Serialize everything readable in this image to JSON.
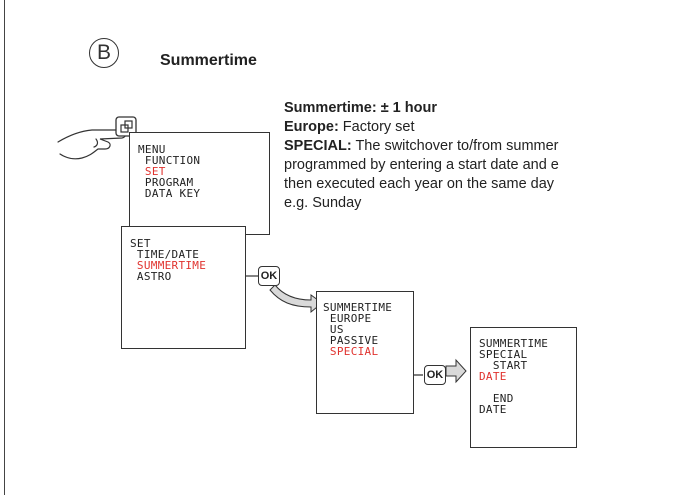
{
  "header": {
    "badge": "B",
    "title": "Summertime"
  },
  "description": {
    "line1_label": "Summertime: ± 1 hour",
    "line2_label": "Europe:",
    "line2_text": " Factory set",
    "line3_label": "SPECIAL:",
    "line3_text": " The switchover to/from summer",
    "line4": "programmed by entering a start date and e",
    "line5": "then executed each year on the same day",
    "line6": "e.g. Sunday"
  },
  "screens": {
    "menu": [
      "MENU",
      " FUNCTION",
      " SET",
      " PROGRAM",
      " DATA KEY"
    ],
    "set": [
      "SET",
      " TIME/DATE",
      " SUMMERTIME",
      " ASTRO"
    ],
    "summertime": [
      "SUMMERTIME",
      " EUROPE",
      " US",
      " PASSIVE",
      " SPECIAL"
    ],
    "special": [
      "SUMMERTIME",
      "SPECIAL",
      "  START",
      "DATE",
      "",
      "  END",
      "DATE"
    ]
  },
  "buttons": {
    "ok_label": "OK"
  },
  "colors": {
    "highlight": "#e0322e",
    "line": "#333333"
  },
  "icons": [
    "hand-pointer-icon",
    "menu-key-icon"
  ]
}
